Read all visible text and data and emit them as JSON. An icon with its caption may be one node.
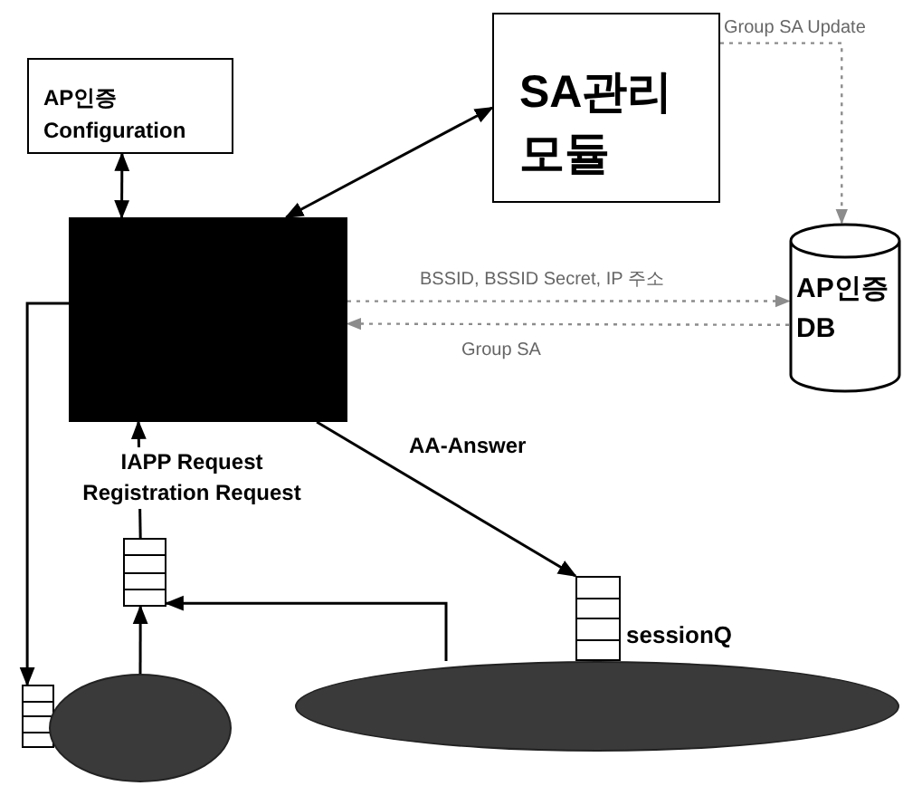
{
  "diagram": {
    "nodes": [
      {
        "text": [
          "AP인증 Configuration"
        ]
      },
      {
        "text": [
          "SA관리 모듈"
        ]
      },
      {
        "text": [],
        "shape": "box"
      },
      {
        "text": [
          "AP인증 DB"
        ]
      },
      {
        "text": [],
        "shape": "queue"
      },
      {
        "text": [],
        "shape": "queue"
      },
      {
        "text": [],
        "shape": "ellipse"
      },
      {
        "text": [],
        "shape": "queue",
        "beside": [
          "sessionQ"
        ]
      },
      {
        "text": [],
        "shape": "ellipse"
      }
    ],
    "edges": [
      {
        "from": 0,
        "to": 2,
        "arrow": "both"
      },
      {
        "from": 1,
        "to": 2,
        "arrow": "both"
      },
      {
        "from": 2,
        "to": 3,
        "arrow": "to",
        "label": "BSSID, BSSID Secret, IP 주소",
        "style": "dashed",
        "color": "#8c8c8c"
      },
      {
        "from": 3,
        "to": 2,
        "arrow": "to",
        "label": "Group SA",
        "style": "dashed",
        "color": "#8c8c8c"
      },
      {
        "from": 1,
        "to": 3,
        "arrow": "to",
        "label": "Group SA Update",
        "style": "dashed",
        "color": "#8c8c8c"
      },
      {
        "from": 4,
        "to": 2,
        "arrow": "to",
        "label": "IAPP Request Registration Request"
      },
      {
        "from": 6,
        "to": 4,
        "arrow": "to"
      },
      {
        "from": 8,
        "to": 4,
        "arrow": "to"
      },
      {
        "from": 2,
        "to": 7,
        "arrow": "to",
        "label": "AA-Answer"
      },
      {
        "from": 2,
        "to": 5,
        "arrow": "to"
      }
    ]
  }
}
